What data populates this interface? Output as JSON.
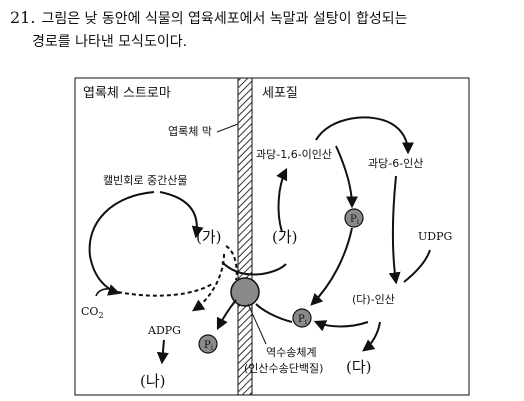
{
  "question": {
    "number": "21.",
    "line1": "그림은 낮 동안에 식물의 엽육세포에서 녹말과 설탕이 합성되는",
    "line2": "경로를 나타낸 모식도이다."
  },
  "diagram": {
    "stroma_label": "엽록체 스트로마",
    "cytoplasm_label": "세포질",
    "membrane_label": "엽록체 막",
    "calvin_label": "캘빈회로 중간산물",
    "ga_left": "(가)",
    "ga_right": "(가)",
    "co2": "CO",
    "co2_sub": "2",
    "adpg": "ADPG",
    "na": "(나)",
    "fructose_16": "과당-1,6-이인산",
    "fructose_6": "과당-6-인산",
    "udpg": "UDPG",
    "da_phosphate": "(다)-인산",
    "da": "(다)",
    "transporter_line1": "역수송체계",
    "transporter_line2": "(인산수송단백질)",
    "pi_main": "P",
    "pi_sub": "i"
  }
}
